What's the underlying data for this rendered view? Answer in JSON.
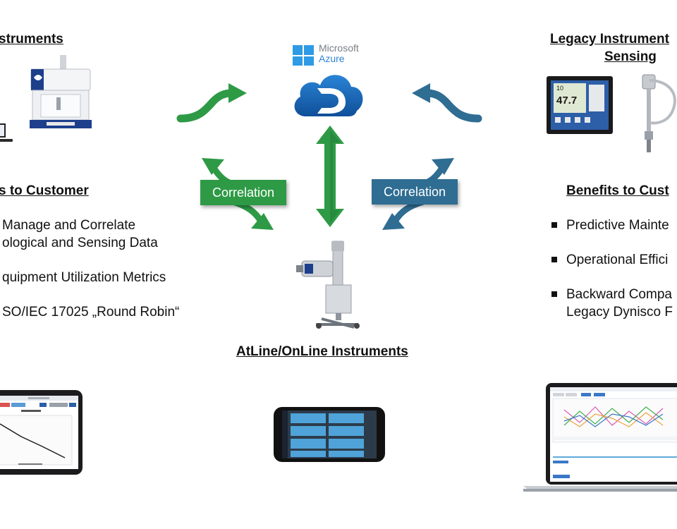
{
  "left": {
    "header": "struments",
    "benefits_header": "s to Customer",
    "benefits": [
      {
        "lines": [
          "Manage and Correlate",
          "ological and Sensing Data"
        ]
      },
      {
        "lines": [
          "quipment Utilization Metrics"
        ]
      },
      {
        "lines": [
          "SO/IEC 17025 „Round Robin“"
        ]
      }
    ]
  },
  "center": {
    "azure_line1": "Microsoft",
    "azure_line2": "Azure",
    "correlation_left": "Correlation",
    "correlation_right": "Correlation",
    "atline_header": "AtLine/OnLine Instruments"
  },
  "right": {
    "header_line1": "Legacy Instrument",
    "header_line2": "Sensing",
    "benefits_header": "Benefits to Cust",
    "benefits": [
      {
        "lines": [
          "Predictive Mainte"
        ]
      },
      {
        "lines": [
          "Operational Effici"
        ]
      },
      {
        "lines": [
          "Backward Compa",
          "Legacy Dynisco F"
        ]
      }
    ],
    "controller_display_top": "10",
    "controller_display_main": "47.7"
  },
  "colors": {
    "green": "#2e9a46",
    "blue": "#2f6d92",
    "cloud": "#1a6bb8",
    "windows_blue": "#00a1f1"
  },
  "icons": [
    "windows-logo-icon",
    "cloud-icon",
    "rheometer-icon",
    "laptop-icon",
    "pressure-controller-icon",
    "pressure-sensor-icon",
    "inline-rheometer-icon",
    "tablet-icon",
    "phone-icon",
    "macbook-icon"
  ]
}
